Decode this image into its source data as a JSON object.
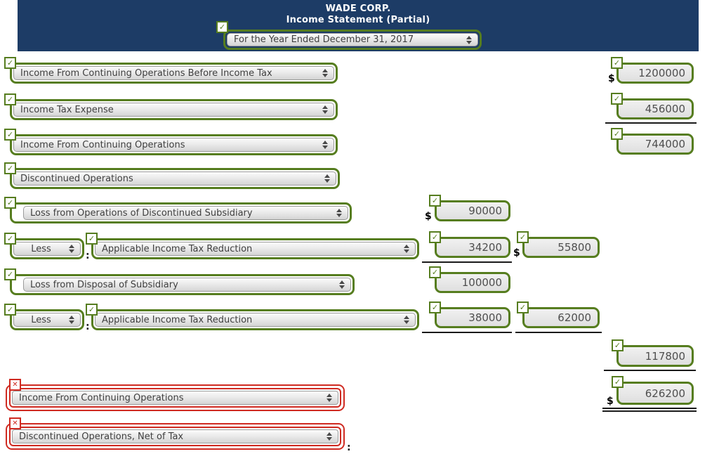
{
  "title": {
    "company": "WADE CORP.",
    "statement": "Income Statement (Partial)"
  },
  "icons": {
    "check": "✓",
    "cross": "✕"
  },
  "punctuation": {
    "colon": ":",
    "dollar": "$"
  },
  "colors": {
    "header_bg": "#1d3c66",
    "correct_green": "#567d1f",
    "incorrect_red": "#cf2a21"
  },
  "fields": {
    "period": {
      "value": "For the Year Ended December 31, 2017",
      "status": "correct"
    },
    "r1": {
      "value": "Income From Continuing Operations Before Income Tax",
      "status": "correct"
    },
    "r2": {
      "value": "Income Tax Expense",
      "status": "correct"
    },
    "r3": {
      "value": "Income From Continuing Operations",
      "status": "correct"
    },
    "r4": {
      "value": "Discontinued Operations",
      "status": "correct"
    },
    "r5": {
      "value": "Loss from Operations of Discontinued Subsidiary",
      "status": "correct"
    },
    "r6_less": {
      "value": "Less",
      "status": "correct"
    },
    "r6_item": {
      "value": "Applicable Income Tax Reduction",
      "status": "correct"
    },
    "r7": {
      "value": "Loss from Disposal of Subsidiary",
      "status": "correct"
    },
    "r8_less": {
      "value": "Less",
      "status": "correct"
    },
    "r8_item": {
      "value": "Applicable Income Tax Reduction",
      "status": "correct"
    },
    "r10": {
      "value": "Income From Continuing Operations",
      "status": "incorrect"
    },
    "r11": {
      "value": "Discontinued Operations, Net of Tax",
      "status": "incorrect"
    }
  },
  "amounts": {
    "pretax_income": {
      "value": "1200000",
      "status": "correct",
      "dollar": true,
      "underline": "none"
    },
    "income_tax_expense": {
      "value": "456000",
      "status": "correct",
      "dollar": false,
      "underline": "single"
    },
    "income_continuing": {
      "value": "744000",
      "status": "correct",
      "dollar": false,
      "underline": "none"
    },
    "loss_operations": {
      "value": "90000",
      "status": "correct",
      "dollar": true,
      "underline": "none"
    },
    "tax_reduction_operations": {
      "value": "34200",
      "status": "correct",
      "dollar": false,
      "underline": "single"
    },
    "loss_operations_net": {
      "value": "55800",
      "status": "correct",
      "dollar": true,
      "underline": "none"
    },
    "loss_disposal": {
      "value": "100000",
      "status": "correct",
      "dollar": false,
      "underline": "none"
    },
    "tax_reduction_disposal": {
      "value": "38000",
      "status": "correct",
      "dollar": false,
      "underline": "single"
    },
    "loss_disposal_net": {
      "value": "62000",
      "status": "correct",
      "dollar": false,
      "underline": "single"
    },
    "discontinued_total": {
      "value": "117800",
      "status": "correct",
      "dollar": false,
      "underline": "single"
    },
    "net_income": {
      "value": "626200",
      "status": "correct",
      "dollar": true,
      "underline": "double"
    }
  }
}
